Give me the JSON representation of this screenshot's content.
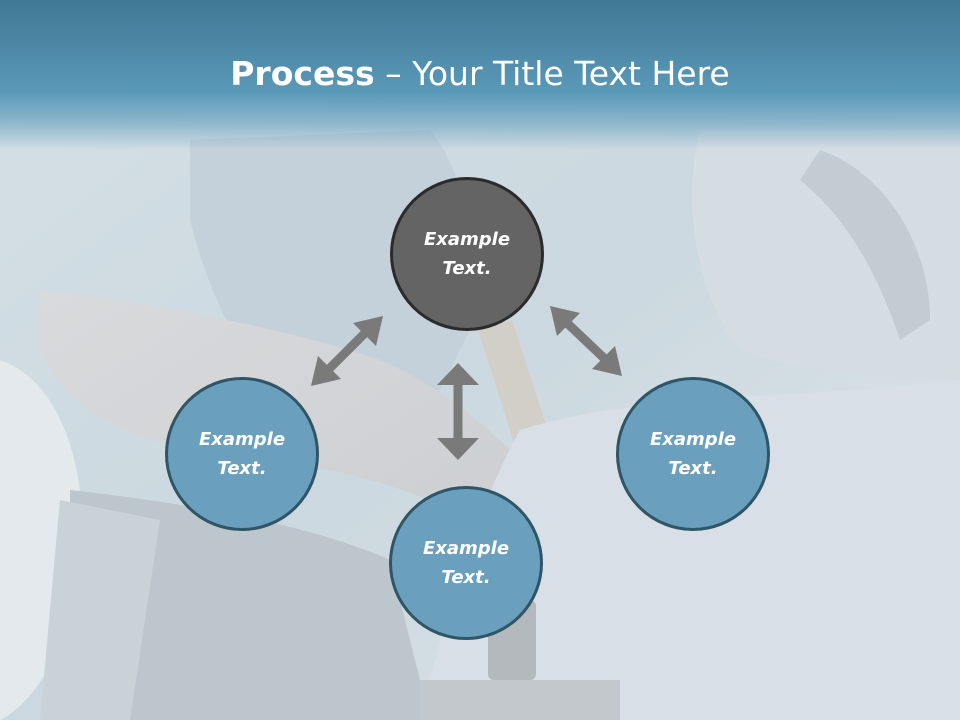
{
  "title": {
    "bold": "Process",
    "rest": " – Your Title Text Here"
  },
  "nodes": {
    "top": "Example Text.",
    "left": "Example Text.",
    "right": "Example Text.",
    "bottom": "Example Text."
  },
  "colors": {
    "title_bar": "#4c88a6",
    "center_node": "#646464",
    "outer_node": "#6aa0bd",
    "arrow": "#7a7a7a"
  },
  "background_image": "car-interior-seatbelt-photo"
}
